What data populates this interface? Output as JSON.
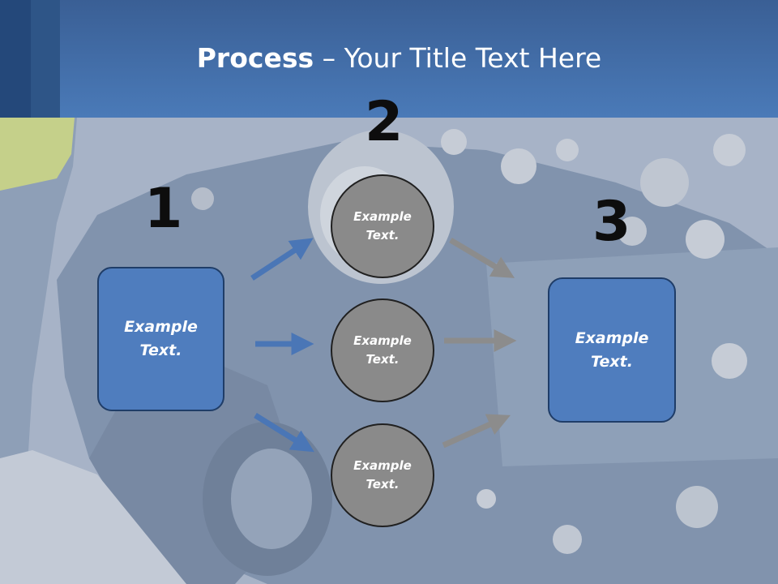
{
  "title": {
    "bold": "Process",
    "rest": " – Your Title Text Here"
  },
  "numbers": [
    "1",
    "2",
    "3"
  ],
  "left_box": {
    "text": "Example Text."
  },
  "circles": [
    {
      "text": "Example Text."
    },
    {
      "text": "Example Text."
    },
    {
      "text": "Example Text."
    }
  ],
  "right_box": {
    "text": "Example Text."
  },
  "colors": {
    "header": "#4a7ab8",
    "box": "#4f7dbe",
    "circle": "#8a8a8a",
    "blue_arrow": "#4a76b6",
    "gray_arrow": "#8c8c8c"
  }
}
